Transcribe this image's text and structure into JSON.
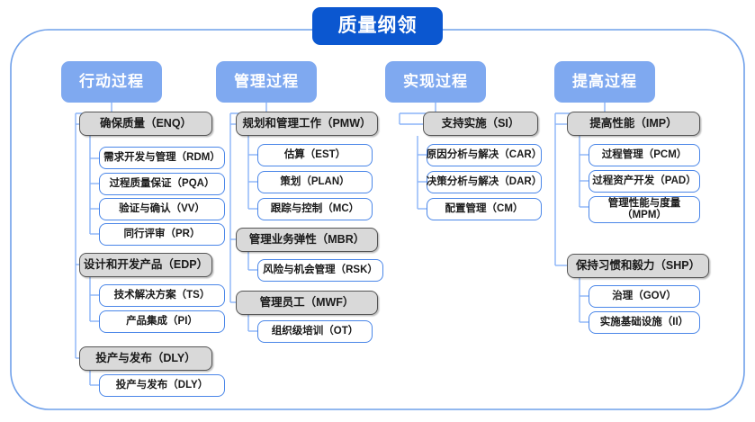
{
  "diagram": {
    "title": "质量纲领",
    "accent_color": "#0b57d0",
    "header_color": "#7fa9f0",
    "group_color": "#d9d9d9",
    "leaf_border_color": "#4a86e8",
    "connector_color": "#8ab4f8",
    "frame_color": "#6fa0ea"
  },
  "columns": [
    {
      "header": "行动过程",
      "groups": [
        {
          "label": "确保质量（ENQ）",
          "items": [
            "需求开发与管理（RDM）",
            "过程质量保证（PQA）",
            "验证与确认（VV）",
            "同行评审（PR）"
          ]
        },
        {
          "label": "设计和开发产品（EDP）",
          "items": [
            "技术解决方案（TS）",
            "产品集成（PI）"
          ]
        },
        {
          "label": "投产与发布（DLY）",
          "items": [
            "投产与发布（DLY）"
          ]
        }
      ]
    },
    {
      "header": "管理过程",
      "groups": [
        {
          "label": "规划和管理工作（PMW）",
          "items": [
            "估算（EST）",
            "策划（PLAN）",
            "跟踪与控制（MC）"
          ]
        },
        {
          "label": "管理业务弹性（MBR）",
          "items": [
            "风险与机会管理（RSK）"
          ]
        },
        {
          "label": "管理员工（MWF）",
          "items": [
            "组织级培训（OT）"
          ]
        }
      ]
    },
    {
      "header": "实现过程",
      "groups": [
        {
          "label": "支持实施（SI）",
          "items": [
            "原因分析与解决（CAR）",
            "决策分析与解决（DAR）",
            "配置管理（CM）"
          ]
        }
      ]
    },
    {
      "header": "提高过程",
      "groups": [
        {
          "label": "提高性能（IMP）",
          "items": [
            "过程管理（PCM）",
            "过程资产开发（PAD）",
            "管理性能与度量\n（MPM）"
          ]
        },
        {
          "label": "保持习惯和毅力（SHP）",
          "items": [
            "治理（GOV）",
            "实施基础设施（II）"
          ]
        }
      ]
    }
  ]
}
